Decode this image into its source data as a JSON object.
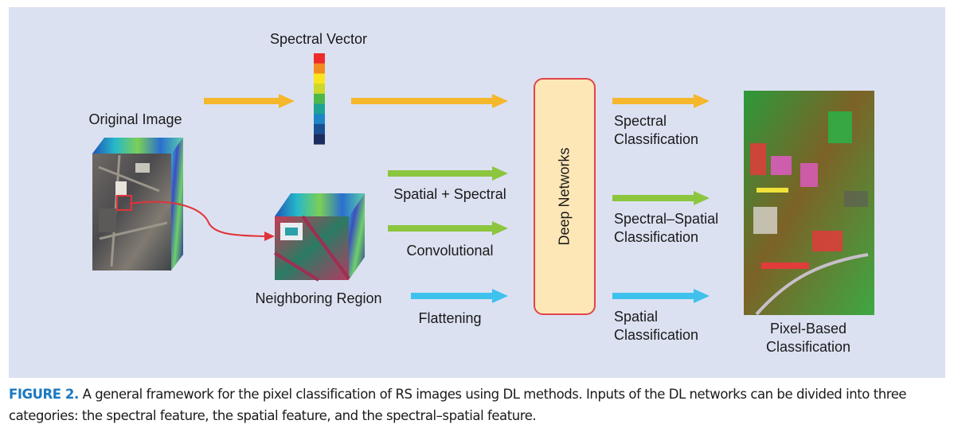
{
  "diagram": {
    "labels": {
      "spectral_vector": "Spectral Vector",
      "original_image": "Original Image",
      "neighboring_region": "Neighboring Region",
      "spatial_spectral": "Spatial + Spectral",
      "convolutional": "Convolutional",
      "flattening": "Flattening",
      "deep_networks": "Deep Networks",
      "spectral_classification_1": "Spectral",
      "spectral_classification_2": "Classification",
      "spectral_spatial_classification_1": "Spectral–Spatial",
      "spectral_spatial_classification_2": "Classification",
      "spatial_classification_1": "Spatial",
      "spatial_classification_2": "Classification",
      "pixel_based_1": "Pixel-Based",
      "pixel_based_2": "Classification"
    },
    "colors": {
      "panel_bg": "#dce1f1",
      "spectral_arrow": "#f5b72b",
      "spectral_spatial_arrow": "#8cc63e",
      "spatial_arrow": "#3fc1ee",
      "connector": "#e1333a",
      "deep_box_fill": "#fde7b6",
      "deep_box_border": "#e1444b"
    },
    "spectral_vector_colors": [
      "#ee2b2b",
      "#f48b22",
      "#f9e51d",
      "#ccd82a",
      "#4db849",
      "#1ea294",
      "#1d84c5",
      "#1a4f93",
      "#1b2d5e"
    ]
  },
  "caption": {
    "label": "FIGURE 2.",
    "text": " A general framework for the pixel classification of RS images using DL methods. Inputs of the DL networks can be divided into three categories: the spectral feature, the spatial feature, and the spectral–spatial feature."
  }
}
